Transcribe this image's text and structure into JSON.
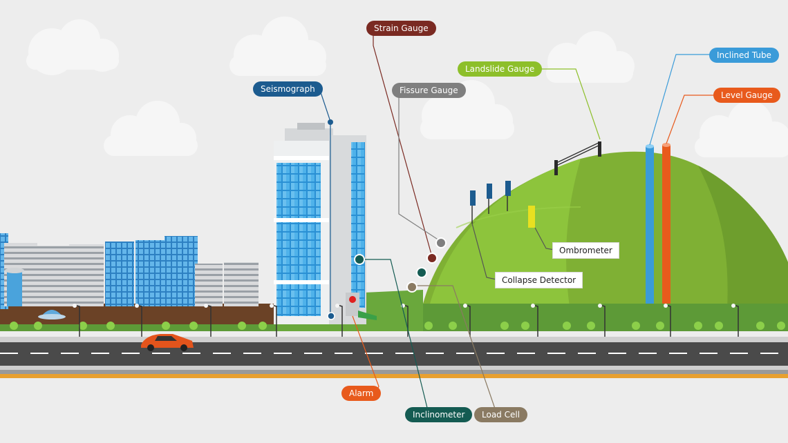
{
  "labels": {
    "strain_gauge": {
      "text": "Strain Gauge",
      "color": "#7a2a22"
    },
    "landslide_gauge": {
      "text": "Landslide Gauge",
      "color": "#8dbf2a"
    },
    "inclined_tube": {
      "text": "Inclined Tube",
      "color": "#3a9bd9"
    },
    "level_gauge": {
      "text": "Level Gauge",
      "color": "#e85a1c"
    },
    "seismograph": {
      "text": "Seismograph",
      "color": "#1c5b8f"
    },
    "fissure_gauge": {
      "text": "Fissure Gauge",
      "color": "#7f7f7f"
    },
    "ombrometer": {
      "text": "Ombrometer"
    },
    "collapse_detector": {
      "text": "Collapse Detector"
    },
    "alarm": {
      "text": "Alarm",
      "color": "#e85a1c"
    },
    "inclinometer": {
      "text": "Inclinometer",
      "color": "#145b52"
    },
    "load_cell": {
      "text": "Load Cell",
      "color": "#8a7a62"
    }
  },
  "colors": {
    "background": "#ededed",
    "hill": "#7fb034",
    "grass": "#5d9a37",
    "road": "#4a4a4a",
    "glass": "#2a90d4",
    "car": "#e3541c",
    "stripe": "#e8a030"
  }
}
